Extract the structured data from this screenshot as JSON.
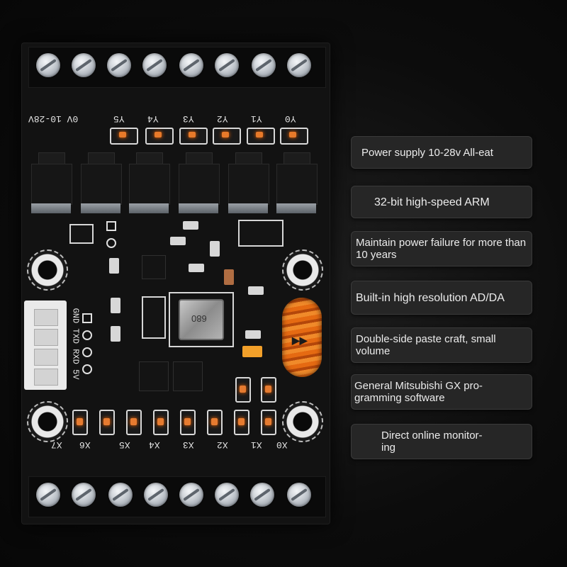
{
  "board": {
    "top_silk": {
      "voltage": "0V 10-28V",
      "outputs": [
        "Y5",
        "Y4",
        "Y3",
        "Y2",
        "Y1",
        "Y0"
      ]
    },
    "serial_pins": "GND TXD RXD 5V",
    "inputs": [
      "X7",
      "X6",
      "X5",
      "X4",
      "X3",
      "X2",
      "X1",
      "X0"
    ],
    "inductor_marking": "680"
  },
  "features": [
    {
      "text": "Power supply 10-28v All-eat"
    },
    {
      "text": "32-bit high-speed ARM"
    },
    {
      "text": "Maintain power failure for more than 10 years"
    },
    {
      "text": "Built-in high resolution AD/DA"
    },
    {
      "text": "Double-side paste craft, small volume"
    },
    {
      "text": "General Mitsubishi GX pro-gramming software"
    },
    {
      "text": "Direct online monitor-ing"
    }
  ],
  "colors": {
    "background": "#0b0b0b",
    "label_bg": "#262626",
    "led": "#e87a2a",
    "varistor": "#e56a12"
  }
}
